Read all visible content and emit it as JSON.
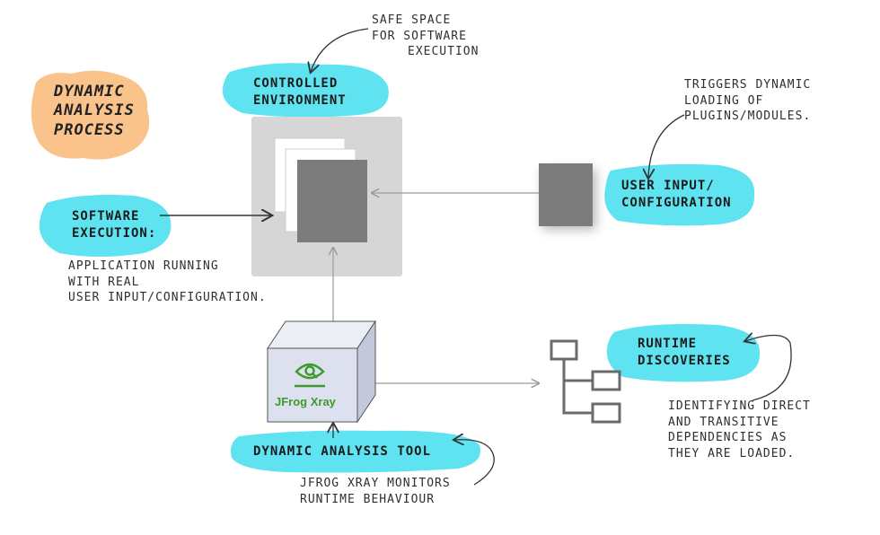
{
  "title": {
    "line1": "Dynamic",
    "line2": "Analysis",
    "line3": "Process"
  },
  "nodes": {
    "controlled_environment": {
      "line1": "Controlled",
      "line2": "Environment"
    },
    "software_execution": {
      "line1": "Software",
      "line2": "Execution:"
    },
    "user_input": {
      "line1": "User Input/",
      "line2": "Configuration"
    },
    "runtime_discoveries": {
      "line1": "Runtime",
      "line2": "Discoveries"
    },
    "dynamic_analysis_tool": {
      "label": "Dynamic Analysis Tool"
    },
    "xray_logo": {
      "brand": "JFrog Xray"
    }
  },
  "notes": {
    "safe_space": {
      "line1": "Safe space",
      "line2": "for software",
      "line3": "execution"
    },
    "triggers": {
      "line1": "Triggers dynamic",
      "line2": "loading of",
      "line3": "plugins/modules."
    },
    "application": {
      "line1": "Application running",
      "line2": "with real",
      "line3": "user input/configuration."
    },
    "identifying": {
      "line1": "Identifying direct",
      "line2": "and transitive",
      "line3": "dependencies as",
      "line4": "they are loaded."
    },
    "xray_monitors": {
      "line1": "JFrog Xray monitors",
      "line2": "runtime behaviour"
    }
  },
  "colors": {
    "highlight": "#5fe3f0",
    "title_blob": "#f9c38b",
    "box_gray": "#7c7c7c",
    "xray_green": "#3f9a2c",
    "cube_front": "#dde0ee",
    "cube_side": "#c4c8db"
  }
}
